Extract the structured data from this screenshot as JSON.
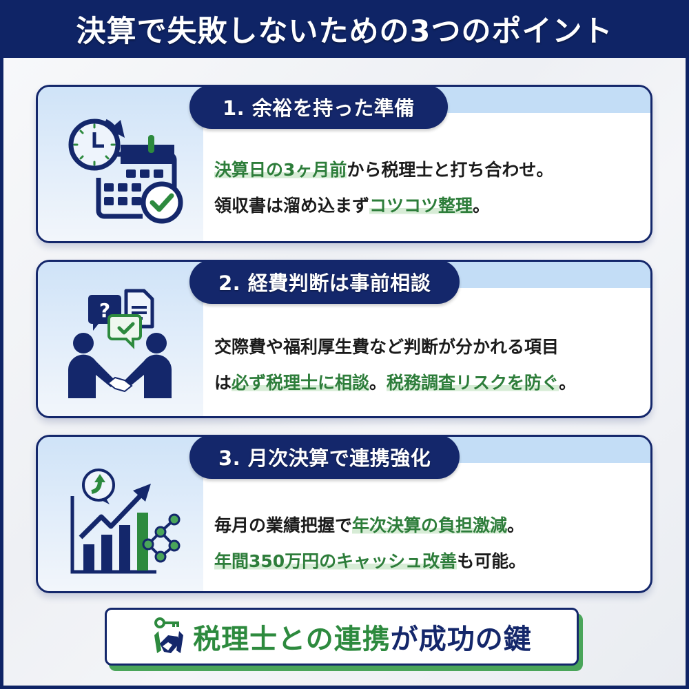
{
  "header": {
    "title": "決算で失敗しないための3つのポイント"
  },
  "points": [
    {
      "title": "1. 余裕を持った準備",
      "icon": "calendar-clock-check-icon",
      "lines": [
        [
          {
            "text": "決算日の3ヶ月前",
            "highlight": true
          },
          {
            "text": "から税理士と打ち合わせ。",
            "highlight": false
          }
        ],
        [
          {
            "text": "領収書は溜め込まず",
            "highlight": false
          },
          {
            "text": "コツコツ整理",
            "highlight": true
          },
          {
            "text": "。",
            "highlight": false
          }
        ]
      ]
    },
    {
      "title": "2. 経費判断は事前相談",
      "icon": "consultation-handshake-icon",
      "lines": [
        [
          {
            "text": "交際費や福利厚生費など判断が分かれる項目",
            "highlight": false
          }
        ],
        [
          {
            "text": "は",
            "highlight": false
          },
          {
            "text": "必ず税理士に相談",
            "highlight": true
          },
          {
            "text": "。",
            "highlight": false
          },
          {
            "text": "税務調査リスクを防ぐ",
            "highlight": true
          },
          {
            "text": "。",
            "highlight": false
          }
        ]
      ]
    },
    {
      "title": "3. 月次決算で連携強化",
      "icon": "growth-chart-network-icon",
      "lines": [
        [
          {
            "text": "毎月の業績把握で",
            "highlight": false
          },
          {
            "text": "年次決算の負担激減",
            "highlight": true
          },
          {
            "text": "。",
            "highlight": false
          }
        ],
        [
          {
            "text": "年間350万円のキャッシュ改善",
            "highlight": true
          },
          {
            "text": "も可能。",
            "highlight": false
          }
        ]
      ]
    }
  ],
  "footer": {
    "icon": "key-handshake-icon",
    "text_green": "税理士との連携",
    "text_navy": "が成功の鍵"
  },
  "colors": {
    "navy": "#14276b",
    "frame_navy": "#0f2466",
    "green": "#2d7d3a",
    "highlight_bg": "#d7ecd6",
    "light_blue": "#c3ddf6",
    "footer_shadow_green": "#4aa55a"
  }
}
